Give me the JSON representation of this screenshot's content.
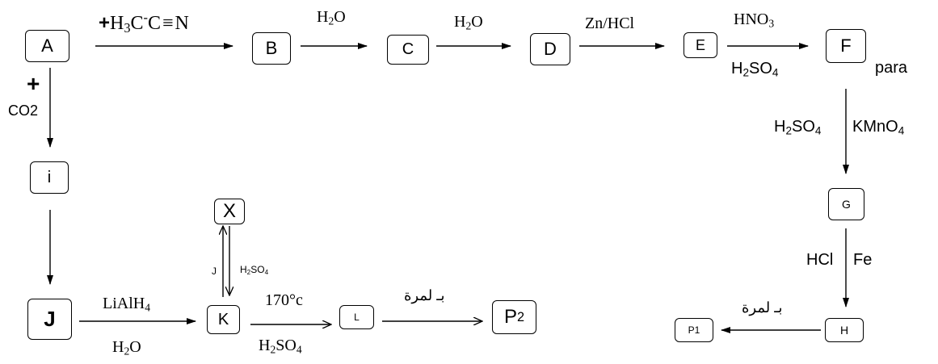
{
  "nodes": {
    "A": "A",
    "B": "B",
    "C": "C",
    "D": "D",
    "E": "E",
    "F": "F",
    "G": "G",
    "H": "H",
    "P1": "P1",
    "i": "i",
    "J": "J",
    "K": "K",
    "L": "L",
    "X": "X",
    "P2_base": "P",
    "P2_sub": "2"
  },
  "reagents": {
    "a_b": {
      "plus": "+",
      "p1": "H",
      "s1": "3",
      "p2": "C",
      "sup": "-",
      "p3": "C",
      "triple": "≡",
      "p4": "N"
    },
    "b_c": {
      "p1": "H",
      "s1": "2",
      "p2": "O"
    },
    "c_d": {
      "p1": "H",
      "s1": "2",
      "p2": "O"
    },
    "d_e": "Zn/HCl",
    "e_f_top": {
      "p1": "HNO",
      "s1": "3"
    },
    "e_f_bottom": {
      "p1": "H",
      "s1": "2",
      "p2": "SO",
      "s2": "4"
    },
    "f_note": "para",
    "f_g_left": {
      "p1": "H",
      "s1": "2",
      "p2": "SO",
      "s2": "4"
    },
    "f_g_right": {
      "p1": "KMnO",
      "s1": "4"
    },
    "g_h_left": "HCl",
    "g_h_right": "Fe",
    "h_p1": "بـ لمرة",
    "a_i_plus": "+",
    "a_i": "CO2",
    "j_k_top": {
      "p1": "LiAlH",
      "s1": "4"
    },
    "j_k_bottom": {
      "p1": "H",
      "s1": "2",
      "p2": "O"
    },
    "k_x_left": "J",
    "k_x_right": {
      "p1": "H",
      "s1": "2",
      "p2": "SO",
      "s2": "4"
    },
    "k_l_top": "170°c",
    "k_l_bottom": {
      "p1": "H",
      "s1": "2",
      "p2": "SO",
      "s2": "4"
    },
    "l_p2": "بـ لمرة"
  }
}
